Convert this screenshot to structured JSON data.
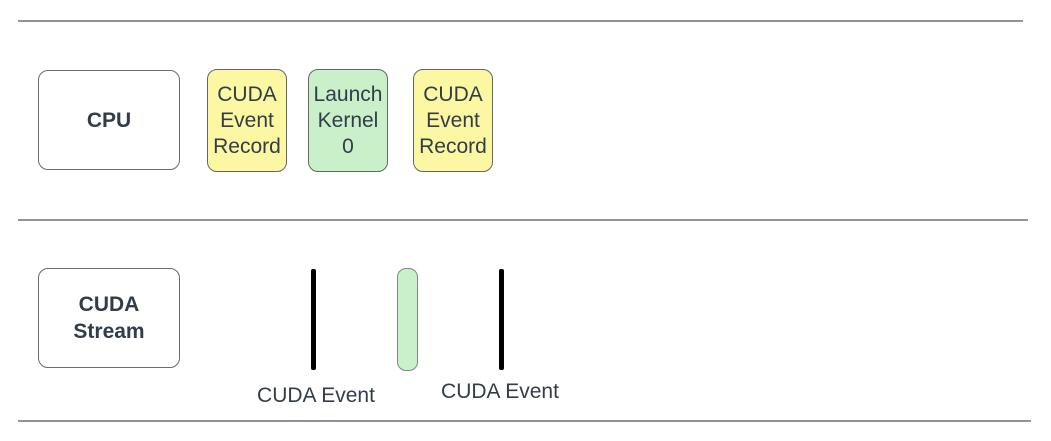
{
  "colors": {
    "yellow_fill": "#fbf7a3",
    "green_fill": "#c9f0c9",
    "box_border": "#666666",
    "lane_border": "#6b6b6b",
    "bar_border": "#7f8a85",
    "divider": "#8d949c",
    "text": "#333d49",
    "marker_black": "#000000"
  },
  "lanes": {
    "cpu": {
      "label": "CPU"
    },
    "stream": {
      "label": "CUDA\nStream"
    }
  },
  "cpu_boxes": [
    {
      "label": "CUDA\nEvent\nRecord",
      "kind": "event-record"
    },
    {
      "label": "Launch\nKernel\n0",
      "kind": "kernel-launch"
    },
    {
      "label": "CUDA\nEvent\nRecord",
      "kind": "event-record"
    }
  ],
  "stream_markers": [
    {
      "label": "CUDA Event"
    },
    {
      "label": "CUDA Event"
    }
  ]
}
